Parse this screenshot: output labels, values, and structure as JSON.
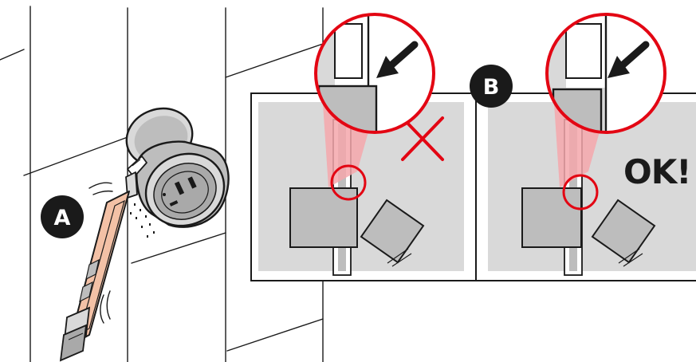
{
  "labels": {
    "step_a": "A",
    "step_b": "B",
    "ok": "OK!"
  },
  "colors": {
    "stroke": "#1a1a1a",
    "accent_red": "#e30613",
    "red_cone": "#f4a7ab",
    "light_gray": "#d9d9d9",
    "mid_gray": "#bdbdbd",
    "dark_gray": "#a9a9a9",
    "knife_orange": "#f3c1a6",
    "badge_fill": "#1a1a1a"
  },
  "icons": {
    "wrong": "cross-mark-icon",
    "zoom": "magnifier-circle-icon",
    "pointer": "arrow-icon",
    "tool": "utility-knife-icon"
  }
}
